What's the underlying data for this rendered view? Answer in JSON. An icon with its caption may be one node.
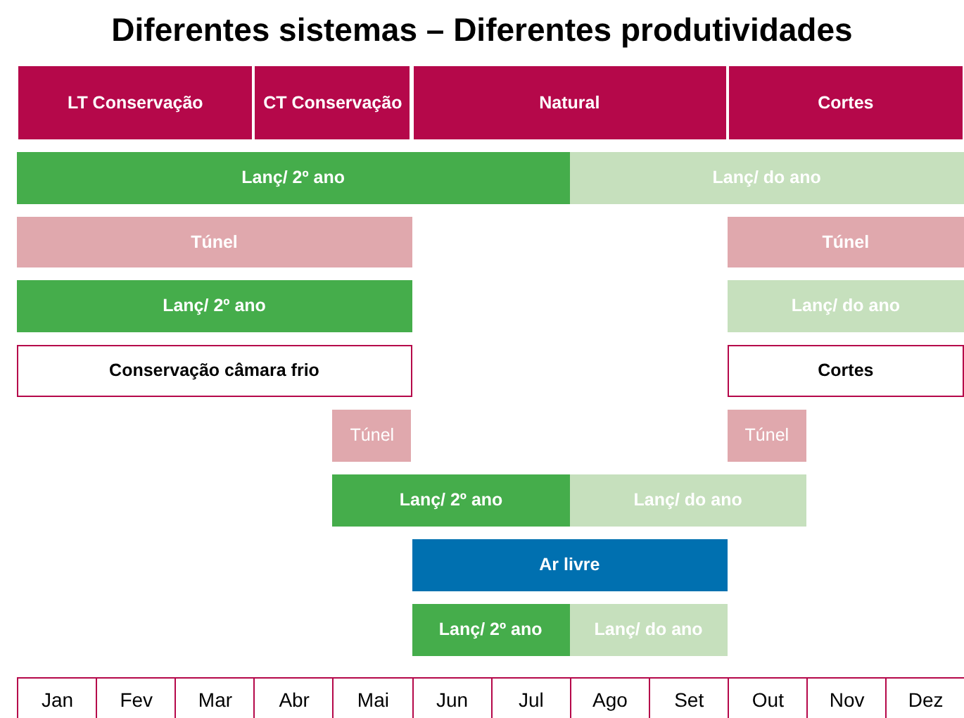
{
  "diagram": {
    "title": "Diferentes sistemas – Diferentes produtividades",
    "nodes": [
      {
        "text": [
          "LT Conservação"
        ]
      },
      {
        "text": [
          "CT Conservação"
        ]
      },
      {
        "text": [
          "Natural"
        ]
      },
      {
        "text": [
          "Cortes"
        ]
      },
      {
        "text": [
          "Lanç/ 2º ano"
        ]
      },
      {
        "text": [
          "Lanç/ do ano"
        ]
      },
      {
        "text": [
          "Túnel"
        ]
      },
      {
        "text": [
          "Túnel"
        ]
      },
      {
        "text": [
          "Lanç/ 2º ano"
        ]
      },
      {
        "text": [
          "Lanç/ do ano"
        ]
      },
      {
        "text": [
          "Conservação câmara frio"
        ]
      },
      {
        "text": [
          "Cortes"
        ]
      },
      {
        "text": [
          "Túnel"
        ]
      },
      {
        "text": [
          "Túnel"
        ]
      },
      {
        "text": [
          "Lanç/ 2º ano"
        ]
      },
      {
        "text": [
          "Lanç/ do ano"
        ]
      },
      {
        "text": [
          "Ar livre"
        ]
      },
      {
        "text": [
          "Lanç/ 2º ano"
        ]
      },
      {
        "text": [
          "Lanç/ do ano"
        ]
      }
    ],
    "edges": [],
    "labels": [
      "Jan",
      "Fev",
      "Mar",
      "Abr",
      "Mai",
      "Jun",
      "Jul",
      "Ago",
      "Set",
      "Out",
      "Nov",
      "Dez"
    ]
  }
}
